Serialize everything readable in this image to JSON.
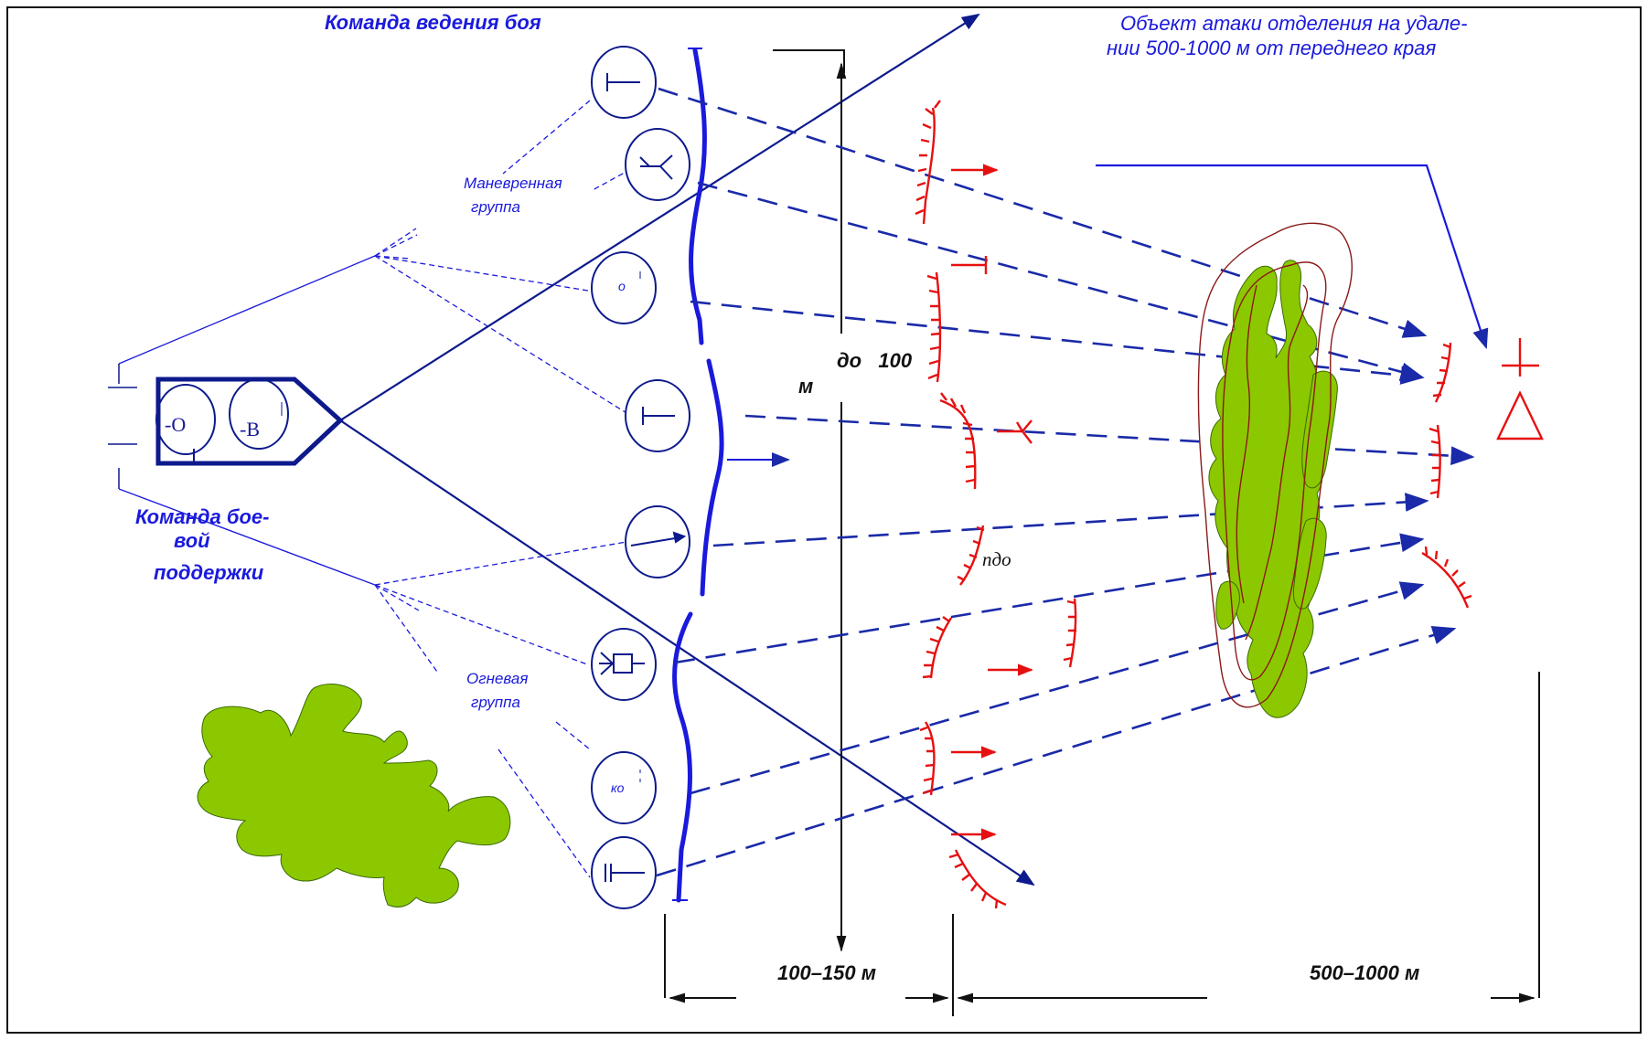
{
  "labels": {
    "command_lead": "Команда ведения боя",
    "objective_line1": "Объект атаки отделения на удале-",
    "objective_line2": "нии 500-1000 м от переднего края",
    "support_line1": "Команда бое-",
    "support_line2": "вой",
    "support_line3": "поддержки",
    "maneuver_line1": "Маневренная",
    "maneuver_line2": "группа",
    "fire_line1": "Огневая",
    "fire_line2": "группа",
    "distance_upto": "до   100",
    "distance_unit": "м",
    "pdo": "пдо",
    "dim_100_150": "100–150 м",
    "dim_500_1000": "500–1000 м"
  },
  "vehicle": {
    "left_circle": "-О",
    "right_circle": "-В"
  },
  "symbols": {
    "circle_o": "о",
    "circle_ko": "ко"
  },
  "colors": {
    "blue": "#1a1adc",
    "navy": "#0d1a8c",
    "dashed": "#1a2aa8",
    "red": "#e61010",
    "vegetation": "#8cc800",
    "contour": "#8b1a1a",
    "black": "#111111"
  }
}
